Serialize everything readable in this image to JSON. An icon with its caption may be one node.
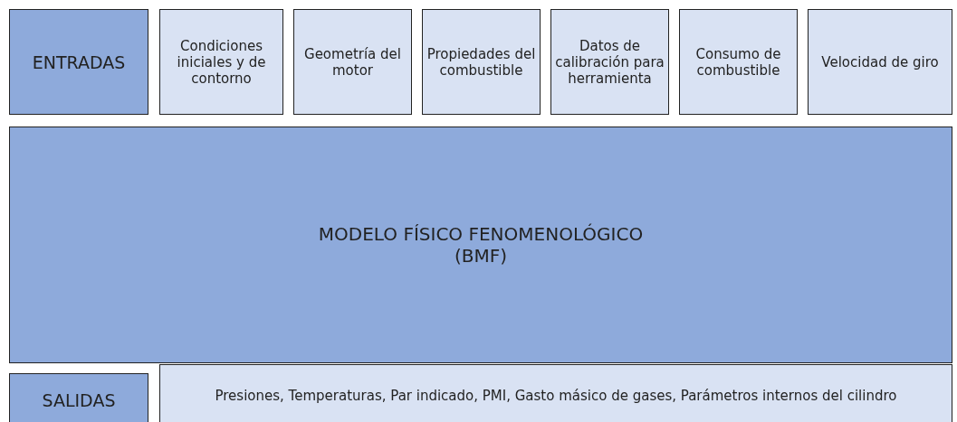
{
  "diagram": {
    "nodes": [
      {
        "text": [
          "ENTRADAS"
        ]
      },
      {
        "text": [
          "Condiciones iniciales y de contorno"
        ]
      },
      {
        "text": [
          "Geometría del motor"
        ]
      },
      {
        "text": [
          "Propiedades del combustible"
        ]
      },
      {
        "text": [
          "Datos de calibración para herramienta"
        ]
      },
      {
        "text": [
          "Consumo de combustible"
        ]
      },
      {
        "text": [
          "Velocidad de giro"
        ]
      },
      {
        "text": [
          "MODELO FÍSICO FENOMENOLÓGICO (BMF)"
        ]
      },
      {
        "text": [
          "SALIDAS"
        ]
      },
      {
        "text": [
          "Presiones, Temperaturas, Par indicado, PMI, Gasto másico de gases, Parámetros internos del cilindro"
        ]
      }
    ]
  }
}
